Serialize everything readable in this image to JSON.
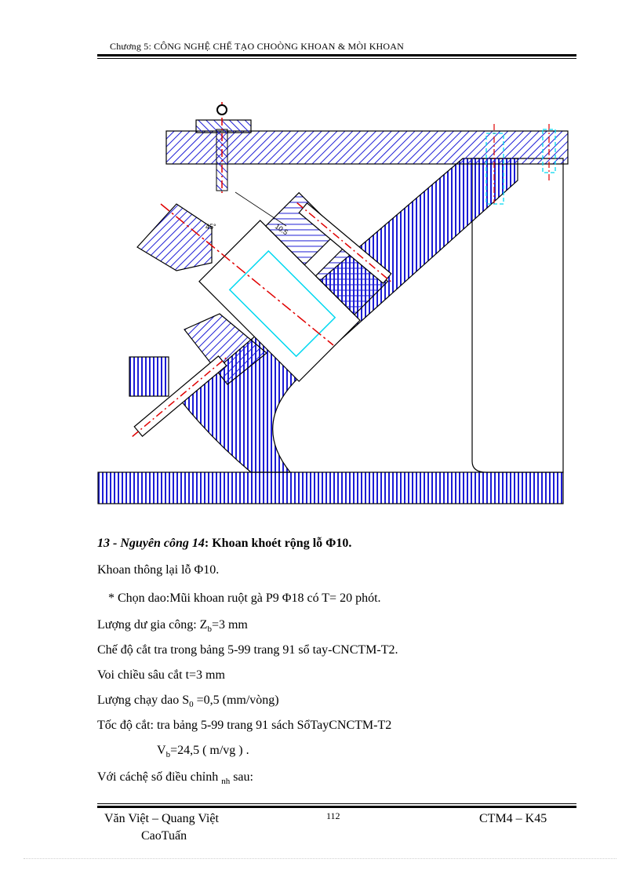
{
  "header": {
    "chapter": "Chương 5: CÔNG NGHỆ CHẾ TẠO CHOÒNG KHOAN & MÒI KHOAN"
  },
  "figure": {
    "dim_label_1": "10.5",
    "dim_label_2": "45°",
    "colors": {
      "hatch": "#1c1cd6",
      "center": "#e00000",
      "cyan": "#00d8f0"
    }
  },
  "section": {
    "number": "13 - Nguyên công 14",
    "title": ": Khoan khoét rộng lỗ Φ10."
  },
  "body": {
    "line1": "Khoan thông lại lỗ Φ10.",
    "line2": "* Chọn dao:Mũi khoan ruột gà P9 Φ18  có T= 20 phót.",
    "line3_a": "Lượng dư gia công: Z",
    "line3_sub": "b",
    "line3_b": "=3 mm",
    "line4": "Chế độ cắt tra trong bảng 5-99 trang 91 sổ tay-CNCTM-T2.",
    "line5": "Voi chiều sâu cắt t=3 mm",
    "line6_a": "Lượng chạy dao S",
    "line6_sub": "0",
    "line6_b": " =0,5 (mm/vòng)",
    "line7": "Tốc độ cắt: tra bảng 5-99 trang 91 sách SổTayCNCTM-T2",
    "line8_a": "V",
    "line8_sub": "b",
    "line8_b": "=24,5 ( m/vg )  .",
    "line9_a": "Với cáchệ số điều chỉnh",
    "line9_sub": "nh",
    "line9_b": "  sau:"
  },
  "footer": {
    "authors_line1": "Văn Việt  – Quang Việt",
    "authors_line2": "CaoTuấn",
    "page_number": "112",
    "class_code": "CTM4 – K45"
  }
}
